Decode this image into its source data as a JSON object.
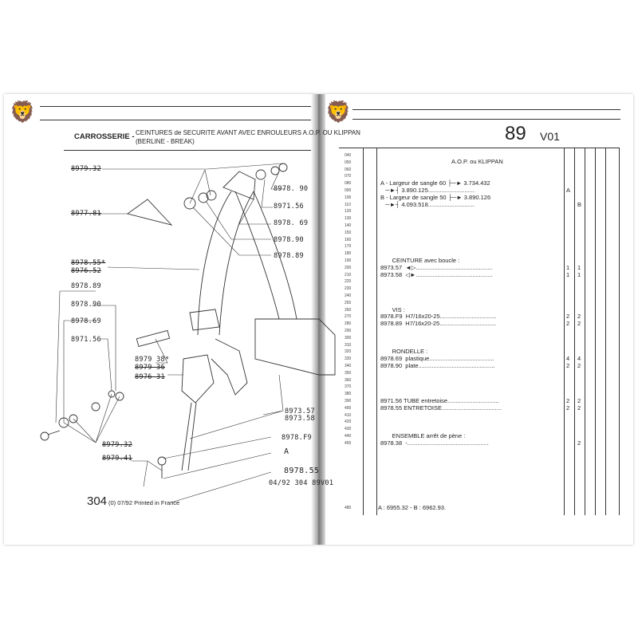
{
  "left_page": {
    "section": "CARROSSERIE -",
    "title_line1": "CEINTURES de SECURITE AVANT AVEC ENROULEURS A.O.P. OU KLIPPAN",
    "title_line2": "(BERLINE - BREAK)",
    "labels": {
      "l1": "8979.32",
      "l2": "8978. 90",
      "l3": "8971.56",
      "l4": "8977.81",
      "l5": "8978. 69",
      "l6": "8978.90",
      "l7": "8978.89",
      "l8": "8978.55*",
      "l9": "8976.52",
      "l10": "8978.89",
      "l11": "8978.90",
      "l12": "8978.69",
      "l13": "8971.56",
      "l14": "8979 38*",
      "l15": "8979 36",
      "l16": "8976 31",
      "l17": "8973.57",
      "l18": "8973.58",
      "l19": "8979.32",
      "l20": "8978.F9",
      "l21": "8979.41",
      "l22": "A",
      "l23": "8978.55"
    },
    "ref_code": "04/92 304 89V01",
    "footer_number": "304",
    "footer_text": "(0) 07/92 Printed in France"
  },
  "right_page": {
    "page_number": "89",
    "version": "V01",
    "line_numbers": [
      "040",
      "050",
      "060",
      "070",
      "080",
      "090",
      "100",
      "110",
      "120",
      "130",
      "140",
      "150",
      "160",
      "170",
      "180",
      "190",
      "200",
      "210",
      "220",
      "230",
      "240",
      "250",
      "260",
      "270",
      "280",
      "290",
      "300",
      "310",
      "320",
      "330",
      "340",
      "350",
      "360",
      "370",
      "380",
      "390",
      "400",
      "410",
      "420",
      "430",
      "440",
      "450"
    ],
    "last_line_number": "480",
    "heading": "A.O.P. ou KLIPPAN",
    "rows": [
      {
        "line": "080",
        "text": "A - Largeur de sangle 60 ├─► 3.734.432",
        "qa": "",
        "qb": ""
      },
      {
        "line": "090",
        "text": "   ─►┤ 3.890.125............................",
        "qa": "A",
        "qb": ""
      },
      {
        "line": "100",
        "text": "B - Largeur de sangle 50 ├─► 3.890.126",
        "qa": "",
        "qb": ""
      },
      {
        "line": "110",
        "text": "   ─►┤ 4.093.518............................",
        "qa": "",
        "qb": "B"
      },
      {
        "line": "190",
        "text": "       CEINTURE avec boucle :",
        "qa": "",
        "qb": ""
      },
      {
        "line": "200",
        "text": "8973.57  ◄▷..............................................",
        "qa": "1",
        "qb": "1"
      },
      {
        "line": "210",
        "text": "8973.58  ◁►..............................................",
        "qa": "1",
        "qb": "1"
      },
      {
        "line": "260",
        "text": "       VIS :",
        "qa": "",
        "qb": ""
      },
      {
        "line": "270",
        "text": "8978.F9  H7/16x20-25..................................",
        "qa": "2",
        "qb": "2"
      },
      {
        "line": "280",
        "text": "8978.89  H7/16x20-25..................................",
        "qa": "2",
        "qb": "2"
      },
      {
        "line": "320",
        "text": "       RONDELLE :",
        "qa": "",
        "qb": ""
      },
      {
        "line": "330",
        "text": "8978.69  plastique.......................................",
        "qa": "4",
        "qb": "4"
      },
      {
        "line": "340",
        "text": "8978.90  plate..............................................",
        "qa": "2",
        "qb": "2"
      },
      {
        "line": "390",
        "text": "8971.56 TUBE entretoise...............................",
        "qa": "2",
        "qb": "2"
      },
      {
        "line": "400",
        "text": "8978.55 ENTRETOISE....................................",
        "qa": "2",
        "qb": "2"
      },
      {
        "line": "440",
        "text": "       ENSEMBLE arrêt de pène :",
        "qa": "",
        "qb": ""
      },
      {
        "line": "450",
        "text": "8978.38  -.................................................",
        "qa": "",
        "qb": "2"
      }
    ],
    "footnote": "A : 6955.32 - B : 6962.93."
  },
  "logo": {
    "name": "peugeot-lion-logo"
  }
}
